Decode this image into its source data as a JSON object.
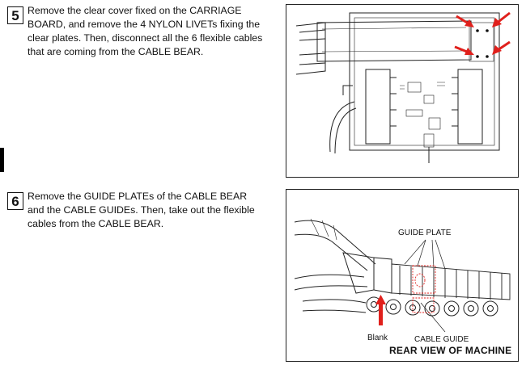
{
  "steps": [
    {
      "number": "5",
      "lines": [
        "Remove the clear cover fixed on the CARRIAGE",
        "BOARD, and remove the 4 NYLON LIVETs fixing the",
        "clear plates.  Then, disconnect all the 6 flexible cables",
        "that are coming from the CABLE BEAR."
      ]
    },
    {
      "number": "6",
      "lines": [
        "Remove the GUIDE PLATEs of the CABLE BEAR",
        "and the CABLE GUIDEs.  Then, take out the flexible",
        "cables from the CABLE BEAR."
      ]
    }
  ],
  "figure2": {
    "guide_plate_label": "GUIDE PLATE",
    "blank_label": "Blank",
    "cable_guide_label": "CABLE GUIDE",
    "caption": "REAR VIEW OF MACHINE"
  },
  "colors": {
    "arrow": "#e0201c",
    "line": "#222222"
  }
}
